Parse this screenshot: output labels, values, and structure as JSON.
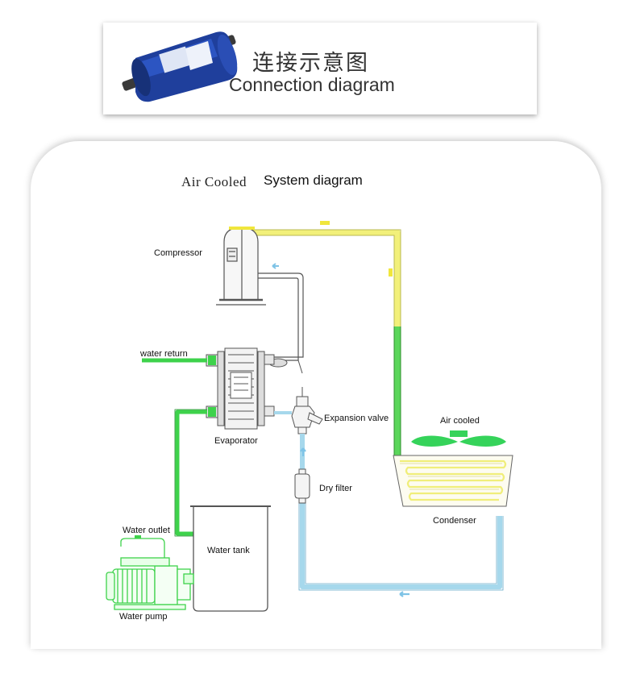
{
  "banner": {
    "title_zh": "连接示意图",
    "title_en": "Connection diagram"
  },
  "diagram": {
    "title_part1": "Air Cooled",
    "title_part2": "System diagram",
    "labels": {
      "compressor": "Compressor",
      "water_return": "water return",
      "evaporator": "Evaporator",
      "expansion_valve": "Expansion valve",
      "air_cooled": "Air cooled",
      "dry_filter": "Dry filter",
      "condenser": "Condenser",
      "water_outlet": "Water outlet",
      "water_tank": "Water tank",
      "water_pump": "Water pump"
    }
  },
  "colors": {
    "hot_line": "#f2f07a",
    "cold_line": "#a6d8ec",
    "water_line": "#3ed24b",
    "condenser_green_line": "#5bd65a",
    "outline": "#555555",
    "filter_body": "#1f3f9c"
  }
}
